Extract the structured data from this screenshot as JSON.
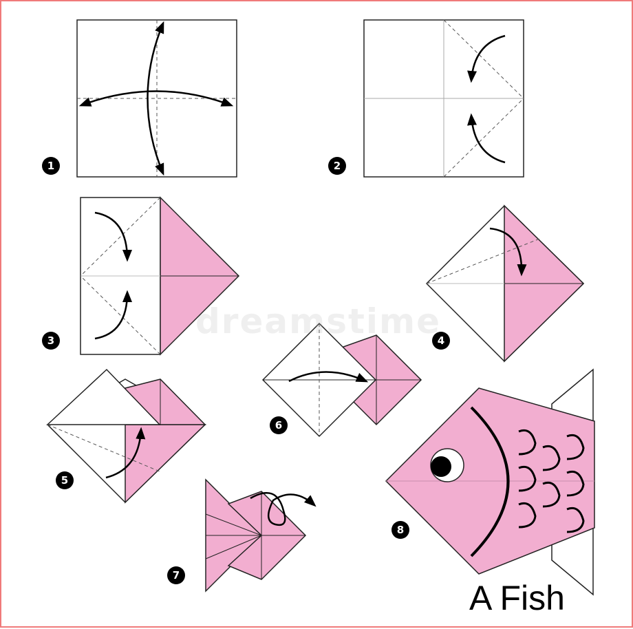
{
  "title": "A Fish",
  "watermark": "dreamstime",
  "steps": [
    "1",
    "2",
    "3",
    "4",
    "5",
    "6",
    "7",
    "8"
  ],
  "colors": {
    "paper_pink": "#f2aed0",
    "paper_white": "#ffffff",
    "outline": "#222222",
    "badge": "#000000",
    "frame": "#f07a7a"
  }
}
